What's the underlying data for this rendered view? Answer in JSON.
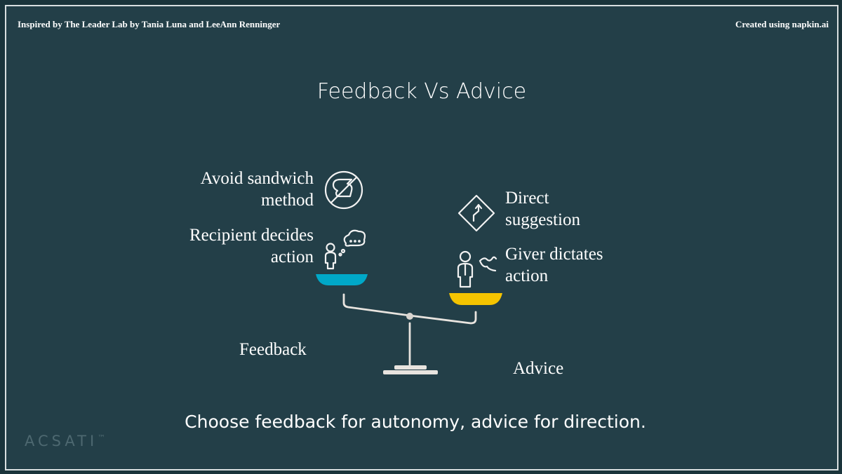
{
  "header": {
    "left": "Inspired by The Leader Lab by Tania Luna and LeeAnn Renninger",
    "right": "Created using napkin.ai"
  },
  "title": "Feedback Vs Advice",
  "feedback": {
    "label": "Feedback",
    "items": [
      "Avoid sandwich method",
      "Recipient decides action"
    ],
    "color": "#00a8c8"
  },
  "advice": {
    "label": "Advice",
    "items": [
      "Direct suggestion",
      "Giver dictates action"
    ],
    "color": "#f5c400"
  },
  "conclusion": "Choose feedback for autonomy, advice for direction.",
  "watermark": {
    "text": "ACSATI",
    "mark": "™"
  }
}
